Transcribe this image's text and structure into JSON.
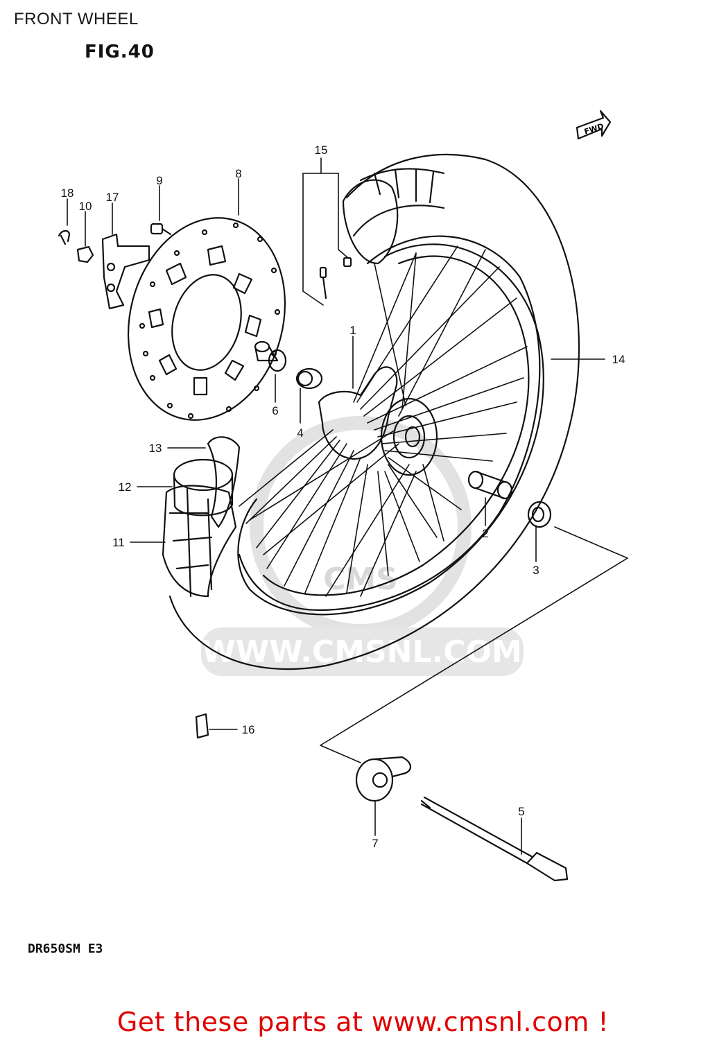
{
  "page": {
    "title": "FRONT WHEEL",
    "figure": "FIG.40",
    "model": "DR650SM E3",
    "cta": "Get these parts at www.cmsnl.com !"
  },
  "diagram": {
    "fwd_label": "FWD",
    "watermark_text": "WWW.CMSNL.COM",
    "watermark_logo": "CMS",
    "callouts": [
      "1",
      "2",
      "3",
      "4",
      "5",
      "6",
      "7",
      "8",
      "9",
      "10",
      "11",
      "12",
      "13",
      "14",
      "15",
      "16",
      "17",
      "18"
    ]
  }
}
